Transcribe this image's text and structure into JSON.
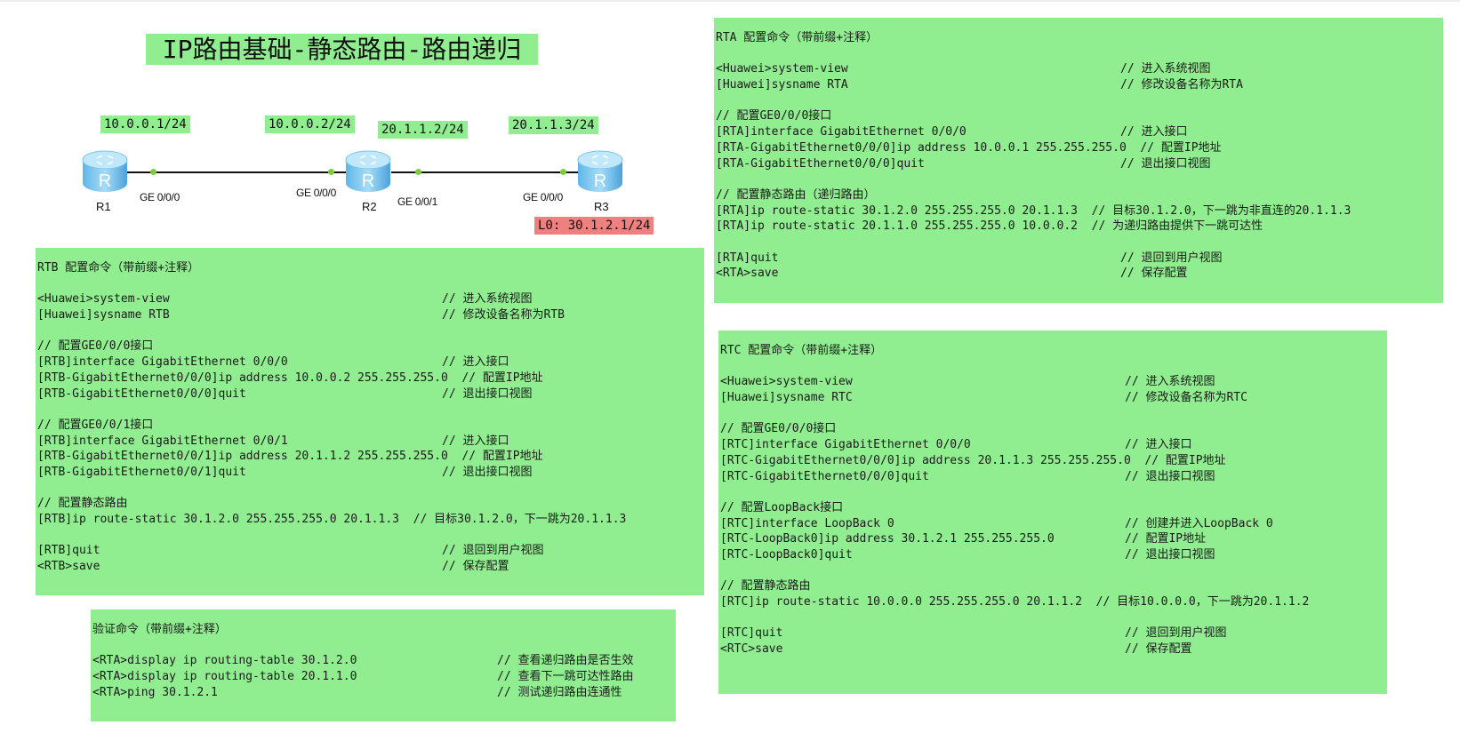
{
  "title": "IP路由基础-静态路由-路由递归",
  "topology": {
    "routers": [
      {
        "name": "R1",
        "icon": "router-icon"
      },
      {
        "name": "R2",
        "icon": "router-icon"
      },
      {
        "name": "R3",
        "icon": "router-icon"
      }
    ],
    "ip_labels": [
      "10.0.0.1/24",
      "10.0.0.2/24",
      "20.1.1.2/24",
      "20.1.1.3/24"
    ],
    "ports": [
      "GE 0/0/0",
      "GE 0/0/0",
      "GE 0/0/1",
      "GE 0/0/0"
    ],
    "loopback_label": "L0: 30.1.2.1/24",
    "colors": {
      "label_bg": "#90ee90",
      "loopback_bg": "#f08080",
      "port_dot": "#7ccf3a",
      "link": "#111111"
    }
  },
  "rta": {
    "heading": "RTA 配置命令（带前缀+注释）",
    "lines": [
      {
        "cmd": "<Huawei>system-view",
        "cmt": "// 进入系统视图"
      },
      {
        "cmd": "[Huawei]sysname RTA",
        "cmt": "// 修改设备名称为RTA"
      },
      {
        "gap": true
      },
      {
        "cmd": "// 配置GE0/0/0接口",
        "cmt": ""
      },
      {
        "cmd": "[RTA]interface GigabitEthernet 0/0/0",
        "cmt": "// 进入接口"
      },
      {
        "cmd": "[RTA-GigabitEthernet0/0/0]ip address 10.0.0.1 255.255.255.0  // 配置IP地址",
        "cmt": ""
      },
      {
        "cmd": "[RTA-GigabitEthernet0/0/0]quit",
        "cmt": "// 退出接口视图"
      },
      {
        "gap": true
      },
      {
        "cmd": "// 配置静态路由（递归路由）",
        "cmt": ""
      },
      {
        "cmd": "[RTA]ip route-static 30.1.2.0 255.255.255.0 20.1.1.3  // 目标30.1.2.0，下一跳为非直连的20.1.1.3",
        "cmt": ""
      },
      {
        "cmd": "[RTA]ip route-static 20.1.1.0 255.255.255.0 10.0.0.2  // 为递归路由提供下一跳可达性",
        "cmt": ""
      },
      {
        "gap": true
      },
      {
        "cmd": "[RTA]quit",
        "cmt": "// 退回到用户视图"
      },
      {
        "cmd": "<RTA>save",
        "cmt": "// 保存配置"
      }
    ]
  },
  "rtb": {
    "heading": "RTB 配置命令（带前缀+注释）",
    "lines": [
      {
        "cmd": "<Huawei>system-view",
        "cmt": "// 进入系统视图"
      },
      {
        "cmd": "[Huawei]sysname RTB",
        "cmt": "// 修改设备名称为RTB"
      },
      {
        "gap": true
      },
      {
        "cmd": "// 配置GE0/0/0接口",
        "cmt": ""
      },
      {
        "cmd": "[RTB]interface GigabitEthernet 0/0/0",
        "cmt": "// 进入接口"
      },
      {
        "cmd": "[RTB-GigabitEthernet0/0/0]ip address 10.0.0.2 255.255.255.0  // 配置IP地址",
        "cmt": ""
      },
      {
        "cmd": "[RTB-GigabitEthernet0/0/0]quit",
        "cmt": "// 退出接口视图"
      },
      {
        "gap": true
      },
      {
        "cmd": "// 配置GE0/0/1接口",
        "cmt": ""
      },
      {
        "cmd": "[RTB]interface GigabitEthernet 0/0/1",
        "cmt": "// 进入接口"
      },
      {
        "cmd": "[RTB-GigabitEthernet0/0/1]ip address 20.1.1.2 255.255.255.0  // 配置IP地址",
        "cmt": ""
      },
      {
        "cmd": "[RTB-GigabitEthernet0/0/1]quit",
        "cmt": "// 退出接口视图"
      },
      {
        "gap": true
      },
      {
        "cmd": "// 配置静态路由",
        "cmt": ""
      },
      {
        "cmd": "[RTB]ip route-static 30.1.2.0 255.255.255.0 20.1.1.3  // 目标30.1.2.0，下一跳为20.1.1.3",
        "cmt": ""
      },
      {
        "gap": true
      },
      {
        "cmd": "[RTB]quit",
        "cmt": "// 退回到用户视图"
      },
      {
        "cmd": "<RTB>save",
        "cmt": "// 保存配置"
      }
    ]
  },
  "rtc": {
    "heading": "RTC 配置命令（带前缀+注释）",
    "lines": [
      {
        "cmd": "<Huawei>system-view",
        "cmt": "// 进入系统视图"
      },
      {
        "cmd": "[Huawei]sysname RTC",
        "cmt": "// 修改设备名称为RTC"
      },
      {
        "gap": true
      },
      {
        "cmd": "// 配置GE0/0/0接口",
        "cmt": ""
      },
      {
        "cmd": "[RTC]interface GigabitEthernet 0/0/0",
        "cmt": "// 进入接口"
      },
      {
        "cmd": "[RTC-GigabitEthernet0/0/0]ip address 20.1.1.3 255.255.255.0  // 配置IP地址",
        "cmt": ""
      },
      {
        "cmd": "[RTC-GigabitEthernet0/0/0]quit",
        "cmt": "// 退出接口视图"
      },
      {
        "gap": true
      },
      {
        "cmd": "// 配置LoopBack接口",
        "cmt": ""
      },
      {
        "cmd": "[RTC]interface LoopBack 0",
        "cmt": "// 创建并进入LoopBack 0"
      },
      {
        "cmd": "[RTC-LoopBack0]ip address 30.1.2.1 255.255.255.0",
        "cmt": "// 配置IP地址"
      },
      {
        "cmd": "[RTC-LoopBack0]quit",
        "cmt": "// 退出接口视图"
      },
      {
        "gap": true
      },
      {
        "cmd": "// 配置静态路由",
        "cmt": ""
      },
      {
        "cmd": "[RTC]ip route-static 10.0.0.0 255.255.255.0 20.1.1.2  // 目标10.0.0.0，下一跳为20.1.1.2",
        "cmt": ""
      },
      {
        "gap": true
      },
      {
        "cmd": "[RTC]quit",
        "cmt": "// 退回到用户视图"
      },
      {
        "cmd": "<RTC>save",
        "cmt": "// 保存配置"
      }
    ]
  },
  "verify": {
    "heading": "验证命令（带前缀+注释）",
    "lines": [
      {
        "cmd": "<RTA>display ip routing-table 30.1.2.0",
        "cmt": "// 查看递归路由是否生效"
      },
      {
        "cmd": "<RTA>display ip routing-table 20.1.1.0",
        "cmt": "// 查看下一跳可达性路由"
      },
      {
        "cmd": "<RTA>ping 30.1.2.1",
        "cmt": "// 测试递归路由连通性"
      }
    ]
  },
  "colors": {
    "box_bg": "#90ee90",
    "text": "#1a1a1a"
  }
}
